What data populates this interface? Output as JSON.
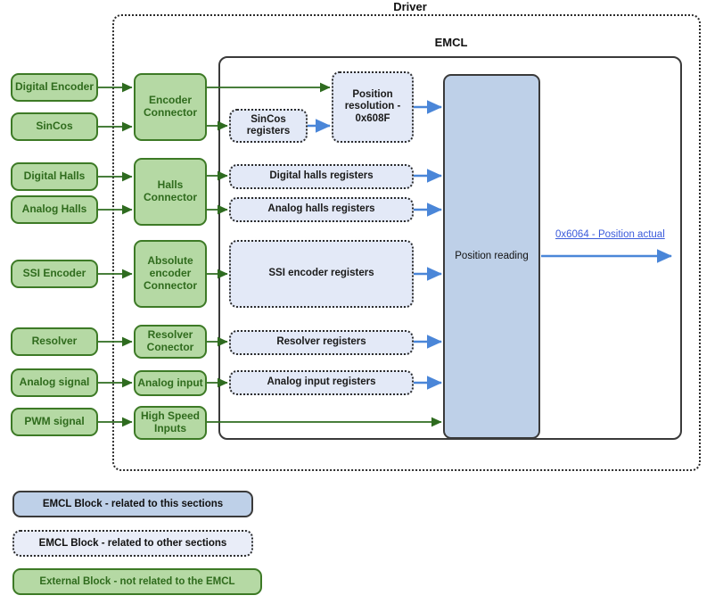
{
  "diagram": {
    "containers": [
      {
        "name": "driver",
        "label": "Driver"
      },
      {
        "name": "emcl",
        "label": "EMCL"
      }
    ],
    "external_blocks": [
      {
        "id": "digital-encoder",
        "label": "Digital Encoder"
      },
      {
        "id": "sincos",
        "label": "SinCos"
      },
      {
        "id": "digital-halls",
        "label": "Digital Halls"
      },
      {
        "id": "analog-halls",
        "label": "Analog Halls"
      },
      {
        "id": "ssi-encoder",
        "label": "SSI Encoder"
      },
      {
        "id": "resolver",
        "label": "Resolver"
      },
      {
        "id": "analog-signal",
        "label": "Analog signal"
      },
      {
        "id": "pwm-signal",
        "label": "PWM signal"
      }
    ],
    "connectors": [
      {
        "id": "encoder-connector",
        "label": "Encoder Connector"
      },
      {
        "id": "halls-connector",
        "label": "Halls Connector"
      },
      {
        "id": "absolute-encoder-connector",
        "label": "Absolute encoder Connector"
      },
      {
        "id": "resolver-connector",
        "label": "Resolver Conector"
      },
      {
        "id": "analog-input",
        "label": "Analog input"
      },
      {
        "id": "high-speed-inputs",
        "label": "High Speed Inputs"
      }
    ],
    "register_blocks": [
      {
        "id": "sincos-registers",
        "label": "SinCos registers"
      },
      {
        "id": "position-resolution",
        "label": "Position resolution - 0x608F"
      },
      {
        "id": "digital-halls-registers",
        "label": "Digital halls registers"
      },
      {
        "id": "analog-halls-registers",
        "label": "Analog halls registers"
      },
      {
        "id": "ssi-encoder-registers",
        "label": "SSI encoder registers"
      },
      {
        "id": "resolver-registers",
        "label": "Resolver registers"
      },
      {
        "id": "analog-input-registers",
        "label": "Analog input registers"
      }
    ],
    "main_block": {
      "id": "position-reading",
      "label": "Position reading"
    },
    "output_link": {
      "id": "position-actual-link",
      "label": "0x6064 - Position actual"
    },
    "legend": [
      {
        "id": "legend-emcl-this",
        "label": "EMCL Block - related to this sections"
      },
      {
        "id": "legend-emcl-other",
        "label": "EMCL Block - related to other sections"
      },
      {
        "id": "legend-external",
        "label": "External Block - not related to the EMCL"
      }
    ],
    "colors": {
      "external_fill": "#b5d9a4",
      "external_border": "#3d7a26",
      "external_text": "#2f6b1d",
      "emcl_this_fill": "#bed0e8",
      "emcl_other_fill": "#e3e9f7",
      "container_border": "#2b2b2b",
      "green_wire": "#2e6b1f",
      "blue_wire": "#4a86d8",
      "link_text": "#3b5bdb"
    }
  }
}
